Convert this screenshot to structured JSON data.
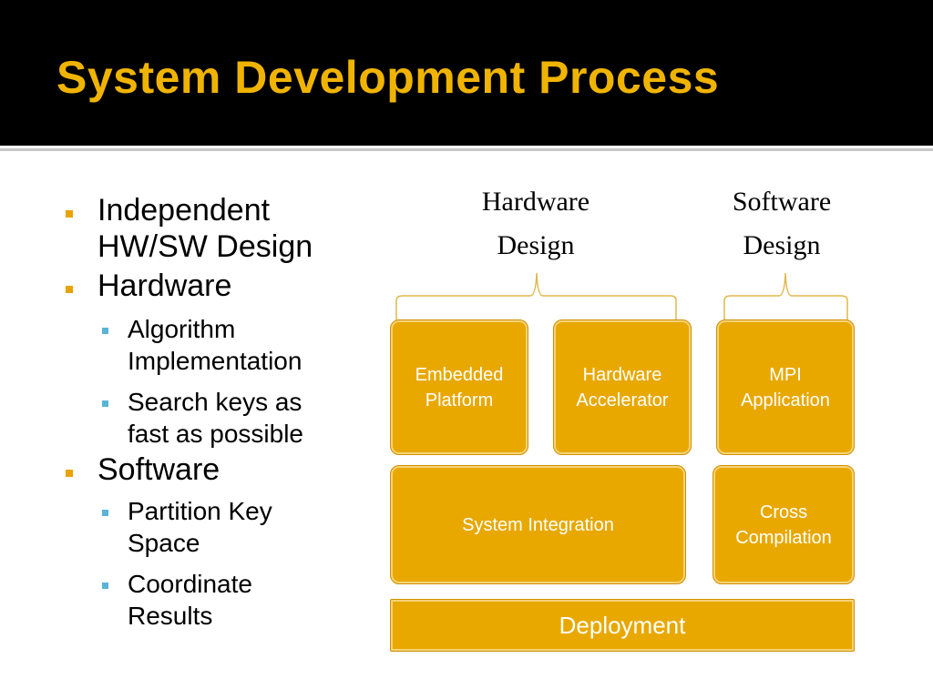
{
  "slide": {
    "title": "System Development Process"
  },
  "bullets": [
    {
      "level": 1,
      "text": "Independent\nHW/SW Design"
    },
    {
      "level": 1,
      "text": "Hardware"
    },
    {
      "level": 2,
      "text": "Algorithm\nImplementation"
    },
    {
      "level": 2,
      "text": "Search keys as\nfast as possible"
    },
    {
      "level": 1,
      "text": "Software"
    },
    {
      "level": 2,
      "text": "Partition Key\nSpace"
    },
    {
      "level": 2,
      "text": "Coordinate\nResults"
    }
  ],
  "diagram": {
    "hardware_heading": "Hardware\nDesign",
    "software_heading": "Software\nDesign",
    "boxes": {
      "embedded_platform": "Embedded\nPlatform",
      "hardware_accelerator": "Hardware\nAccelerator",
      "mpi_application": "MPI\nApplication",
      "system_integration": "System Integration",
      "cross_compilation": "Cross\nCompilation",
      "deployment": "Deployment"
    }
  },
  "colors": {
    "title": "#f0b400",
    "box_fill": "#e8a800",
    "level1_bullet": "#e8a300",
    "level2_bullet": "#5ab4d6",
    "brace": "#e0b84a"
  }
}
